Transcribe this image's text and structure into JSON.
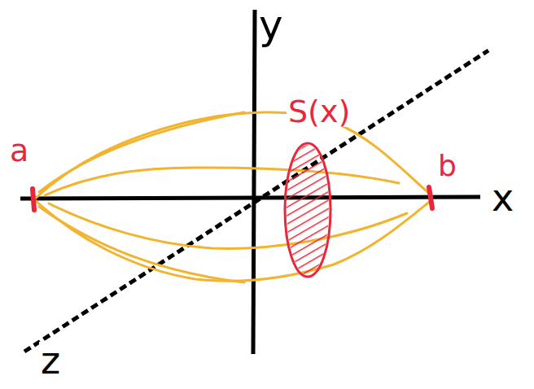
{
  "diagram": {
    "labels": [
      "y",
      "S(x)",
      "a",
      "b",
      "x",
      "z"
    ]
  }
}
